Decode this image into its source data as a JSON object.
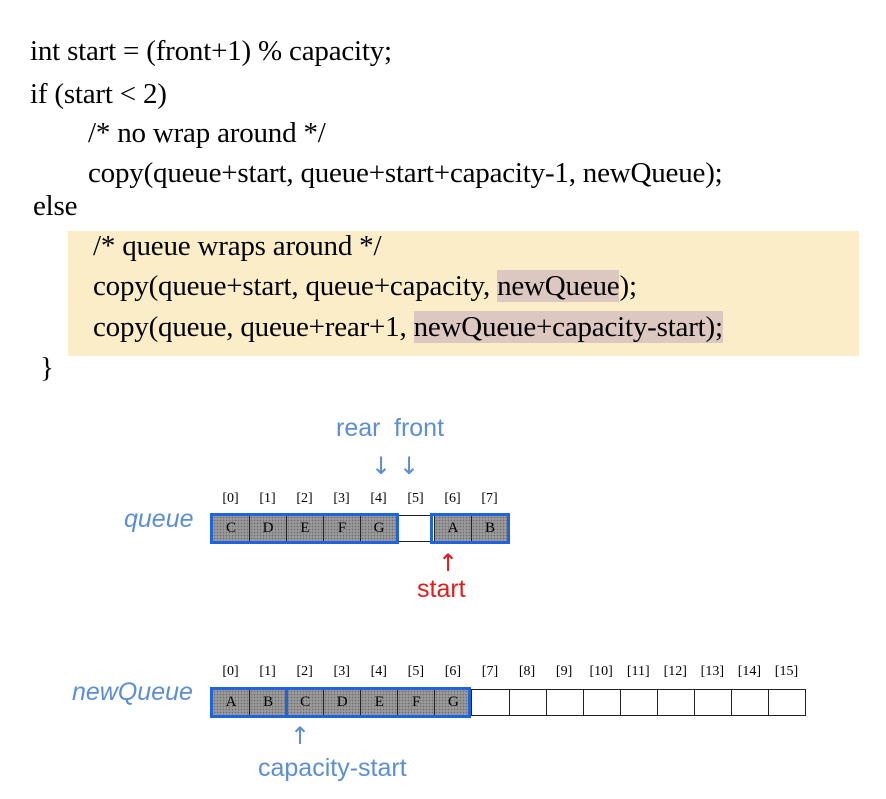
{
  "code": {
    "line1": "int start = (front+1) % capacity;",
    "line2": "if (start < 2)",
    "line3": "/* no wrap around */",
    "line4": "copy(queue+start, queue+start+capacity-1, newQueue);",
    "line5": "else",
    "line6": "/* queue wraps around */",
    "line7a": "copy(queue+start, queue+capacity, ",
    "line7b": "newQueue",
    "line7c": ");",
    "line8a": "copy(queue, queue+rear+1, ",
    "line8b": "newQueue+capacity-start);",
    "line9": "}"
  },
  "labels": {
    "rear": "rear",
    "front": "front",
    "start": "start",
    "queue": "queue",
    "newQueue": "newQueue",
    "capacity_start": "capacity-start"
  },
  "queue": {
    "indices": [
      "[0]",
      "[1]",
      "[2]",
      "[3]",
      "[4]",
      "[5]",
      "[6]",
      "[7]"
    ],
    "cells": [
      "C",
      "D",
      "E",
      "F",
      "G",
      "",
      "A",
      "B"
    ]
  },
  "newQueue": {
    "indices": [
      "[0]",
      "[1]",
      "[2]",
      "[3]",
      "[4]",
      "[5]",
      "[6]",
      "[7]",
      "[8]",
      "[9]",
      "[10]",
      "[11]",
      "[12]",
      "[13]",
      "[14]",
      "[15]"
    ],
    "cells": [
      "A",
      "B",
      "C",
      "D",
      "E",
      "F",
      "G",
      "",
      "",
      "",
      "",
      "",
      "",
      "",
      "",
      ""
    ]
  },
  "colors": {
    "label_blue": "#5b8ed6",
    "frame_blue": "#1f63e0",
    "start_red": "#e31b1b",
    "highlight_bg": "#fbedc8",
    "highlight_word": "#dcc8c0"
  }
}
